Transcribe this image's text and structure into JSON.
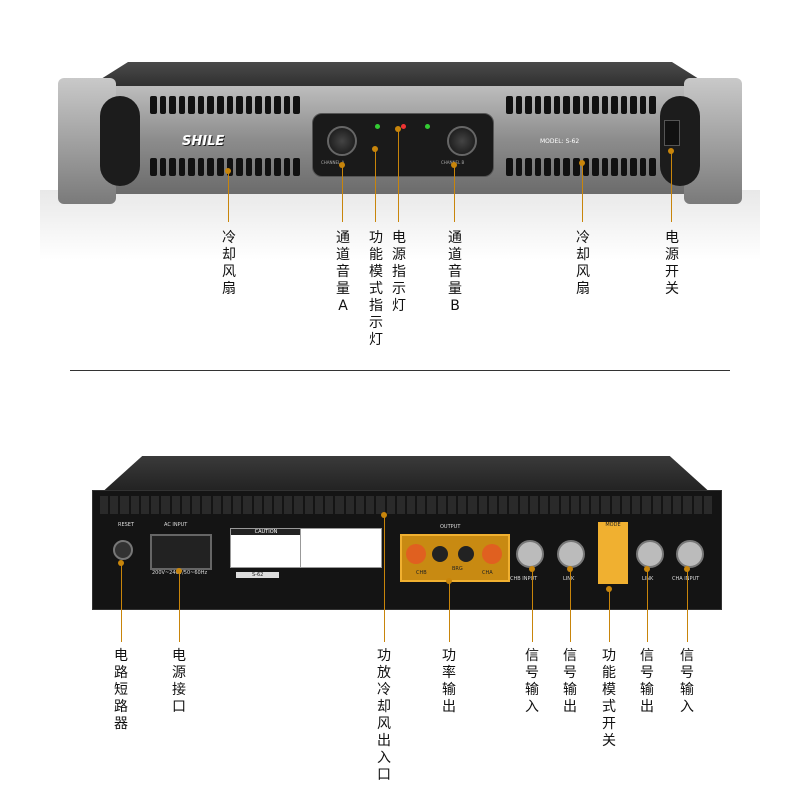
{
  "front": {
    "brand": "SHILE",
    "model": "MODEL: S-62",
    "channel_a": "CHANNEL A",
    "channel_b": "CHANNEL B",
    "labels": [
      {
        "id": "fan-left",
        "text": "冷却风扇"
      },
      {
        "id": "volume-a",
        "text": "通道音量A"
      },
      {
        "id": "mode-indicator",
        "text": "功能模式指示灯"
      },
      {
        "id": "power-indicator",
        "text": "电源指示灯"
      },
      {
        "id": "volume-b",
        "text": "通道音量B"
      },
      {
        "id": "fan-right",
        "text": "冷却风扇"
      },
      {
        "id": "power-switch",
        "text": "电源开关"
      }
    ]
  },
  "rear": {
    "reset": "RESET",
    "ac_input": "AC INPUT",
    "voltage": "200V~240V/50~60Hz",
    "caution": "CAUTION",
    "model_tag": "S-62",
    "output_label": "OUTPUT",
    "chb": "CHB",
    "cha": "CHA",
    "brg": "BRG",
    "chb_input": "CHB INPUT",
    "cha_input": "CHA INPUT",
    "link": "LINK",
    "mode": "MODE",
    "labels": [
      {
        "id": "breaker",
        "text": "电路短路器"
      },
      {
        "id": "power-socket",
        "text": "电源接口"
      },
      {
        "id": "fan-vent",
        "text": "功放冷却风出入口"
      },
      {
        "id": "power-output",
        "text": "功率输出"
      },
      {
        "id": "signal-in-b",
        "text": "信号输入"
      },
      {
        "id": "signal-out-b",
        "text": "信号输出"
      },
      {
        "id": "mode-switch",
        "text": "功能模式开关"
      },
      {
        "id": "signal-out-a",
        "text": "信号输出"
      },
      {
        "id": "signal-in-a",
        "text": "信号输入"
      }
    ]
  },
  "colors": {
    "accent": "#c8850b",
    "panel": "#141414",
    "amber": "#c88a12"
  }
}
